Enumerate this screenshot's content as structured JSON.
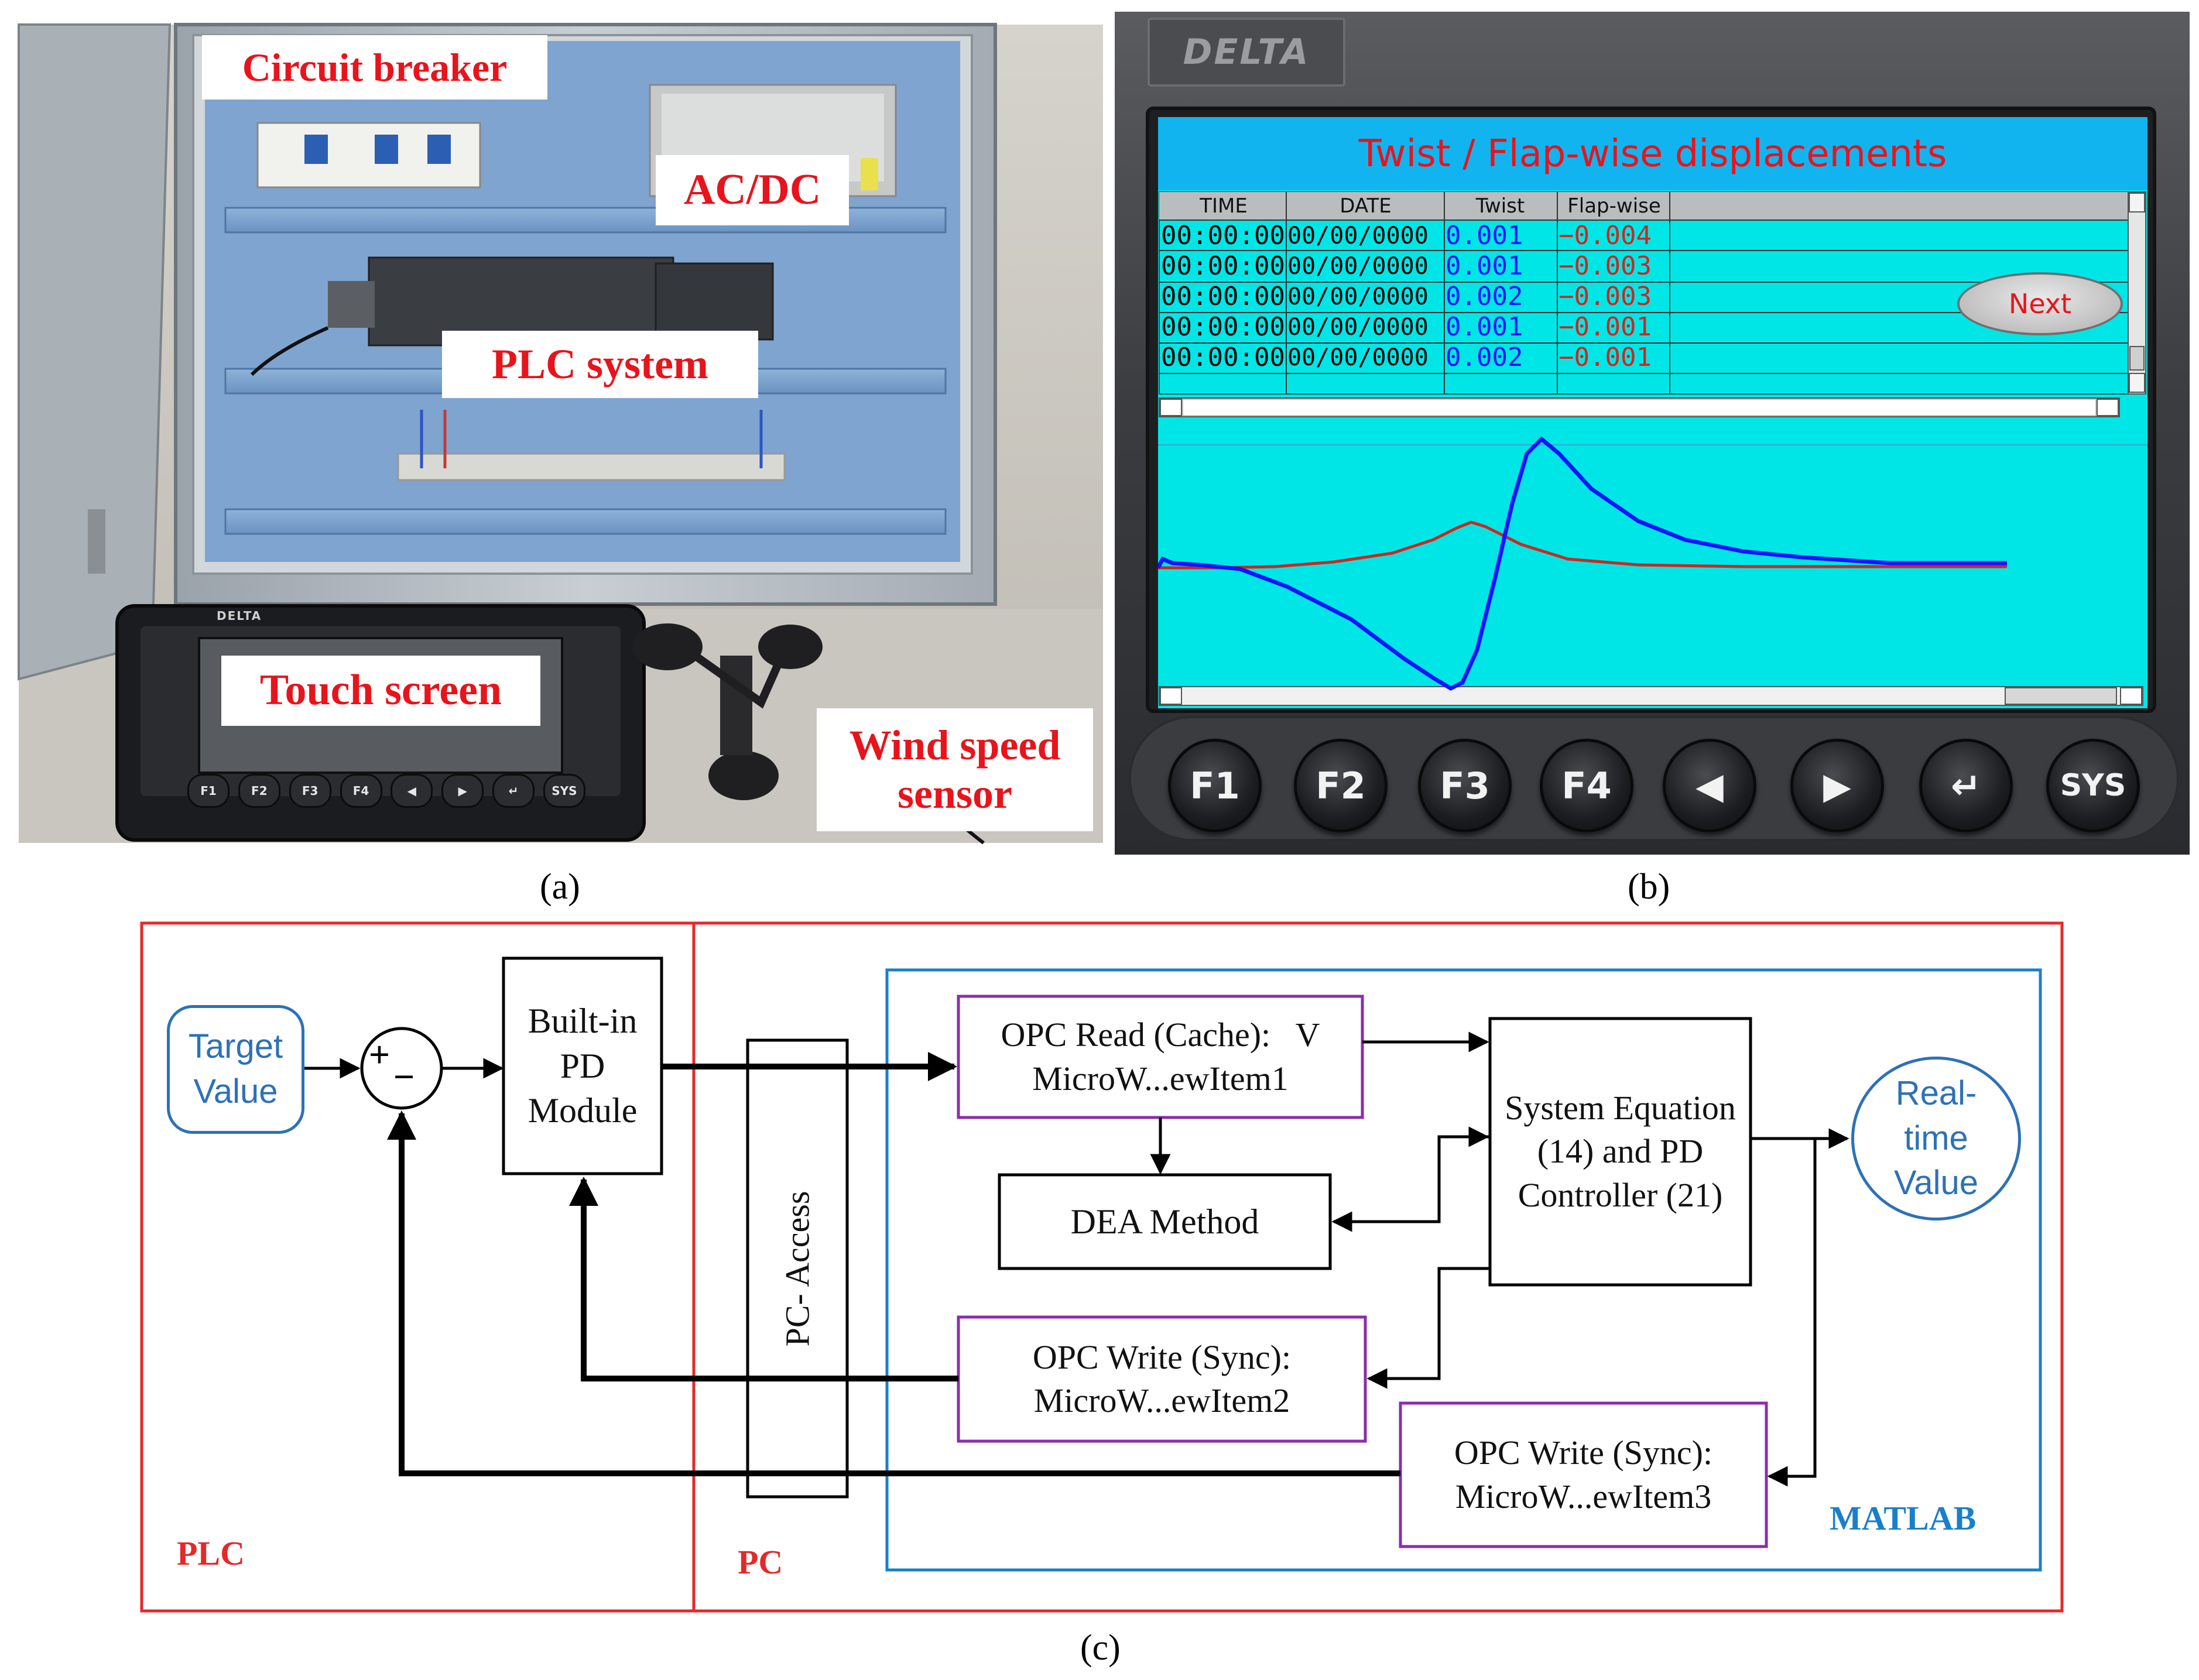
{
  "panel_a": {
    "labels": {
      "circuit_breaker": "Circuit breaker",
      "acdc": "AC/DC",
      "plc_system": "PLC system",
      "touch_screen": "Touch screen",
      "wind_speed_sensor": "Wind speed sensor"
    },
    "hmi_brand": "DELTA",
    "hmi_keys": [
      "F1",
      "F2",
      "F3",
      "F4",
      "◀",
      "▶",
      "↵",
      "SYS"
    ],
    "caption": "(a)"
  },
  "panel_b": {
    "brand": "DELTA",
    "screen_title": "Twist / Flap-wise displacements",
    "table": {
      "headers": [
        "TIME",
        "DATE",
        "Twist",
        "Flap-wise"
      ],
      "rows": [
        [
          "00:00:00",
          "00/00/0000",
          "0.001",
          "−0.004"
        ],
        [
          "00:00:00",
          "00/00/0000",
          "0.001",
          "−0.003"
        ],
        [
          "00:00:00",
          "00/00/0000",
          "0.002",
          "−0.003"
        ],
        [
          "00:00:00",
          "00/00/0000",
          "0.001",
          "−0.001"
        ],
        [
          "00:00:00",
          "00/00/0000",
          "0.002",
          "−0.001"
        ]
      ]
    },
    "next_button": "Next",
    "keys": [
      "F1",
      "F2",
      "F3",
      "F4",
      "◀",
      "▶",
      "↵",
      "SYS"
    ],
    "colors": {
      "screen_bg": "#00e6e6",
      "title_bar": "#12b4f0",
      "twist": "#1414ff",
      "flap": "#d0261e"
    },
    "caption": "(b)"
  },
  "panel_c": {
    "regions": {
      "plc": "PLC",
      "pc": "PC",
      "matlab": "MATLAB"
    },
    "nodes": {
      "target": "Target Value",
      "sum_plus": "+",
      "sum_minus": "−",
      "pd_module": "Built-in PD Module",
      "pc_access": "PC- Access",
      "opc_read_line1": "OPC Read (Cache):   V",
      "opc_read_line2": "MicroW...ewItem1",
      "dea": "DEA Method",
      "system_eq": "System Equation (14) and PD Controller (21)",
      "opc_write2_line1": "OPC Write (Sync):",
      "opc_write2_line2": "MicroW...ewItem2",
      "opc_write3_line1": "OPC Write (Sync):",
      "opc_write3_line2": "MicroW...ewItem3",
      "realtime": "Real- time Value"
    },
    "colors": {
      "plc_border": "#e32a2a",
      "matlab_border": "#1a7fc9",
      "opc_border": "#8a2ea8",
      "pill": "#2d71b7"
    },
    "caption": "(c)"
  }
}
